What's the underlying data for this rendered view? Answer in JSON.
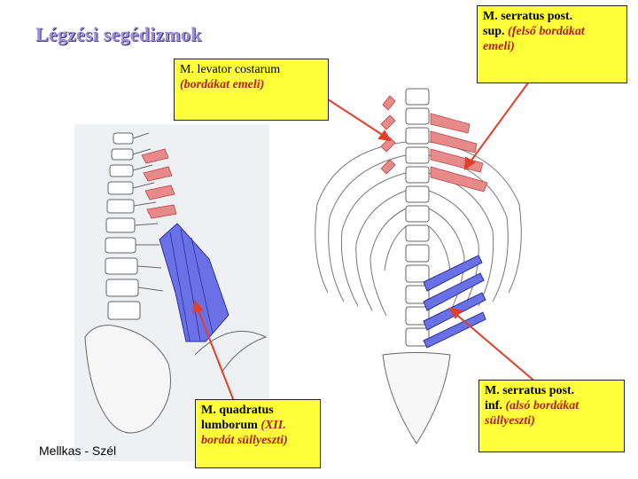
{
  "title": "Légzési segédizmok",
  "labels": {
    "levator": {
      "name": "M. levator costarum",
      "note": "(bordákat emeli)"
    },
    "serratus_sup": {
      "name_1": "M. serratus post.",
      "name_2": "sup.",
      "note_1": "(felső bordákat",
      "note_2": "emeli)"
    },
    "quadratus": {
      "name_1": "M. quadratus",
      "name_2": "lumborum",
      "note_1": "(XII.",
      "note_2": "bordát süllyeszti)"
    },
    "serratus_inf": {
      "name_1": "M. serratus post.",
      "name_2": "inf.",
      "note_1": "(alsó bordákat",
      "note_2": "süllyeszti)"
    }
  },
  "caption": "Mellkas - Szél",
  "colors": {
    "box": "#ffff3a",
    "arrow": "#e0402a",
    "muscle_red": "#e98a8a",
    "muscle_blue": "#6a70e6",
    "bone": "#6c6c6c"
  }
}
